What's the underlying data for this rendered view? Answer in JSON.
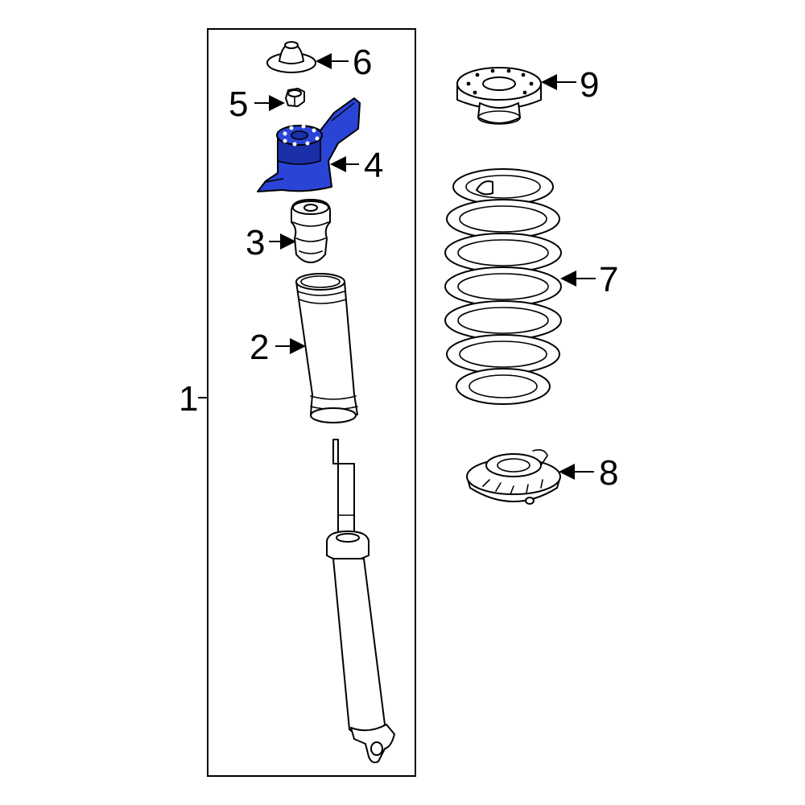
{
  "callouts": {
    "c1": "1",
    "c2": "2",
    "c3": "3",
    "c4": "4",
    "c5": "5",
    "c6": "6",
    "c7": "7",
    "c8": "8",
    "c9": "9"
  },
  "colors": {
    "highlight": "#2a44d6",
    "line": "#000000",
    "background": "#ffffff"
  },
  "highlighted_part": "4"
}
